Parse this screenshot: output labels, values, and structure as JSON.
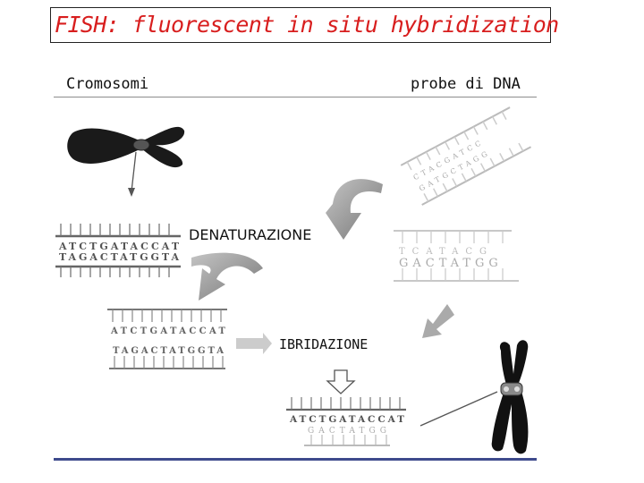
{
  "title": "FISH: fluorescent in situ hybridization",
  "labels": {
    "chromosomes": "Cromosomi",
    "probes": "probe di DNA"
  },
  "steps": {
    "denaturation": "DENATURAZIONE",
    "hybridization": "IBRIDAZIONE"
  },
  "sequences": {
    "top_strand": "ATCTGATACCAT",
    "bottom_strand": "TAGACTATGGTA",
    "probe": "GACTATGG"
  },
  "colors": {
    "title": "#d81e1e",
    "bottom_rule": "#3e4a8c"
  }
}
